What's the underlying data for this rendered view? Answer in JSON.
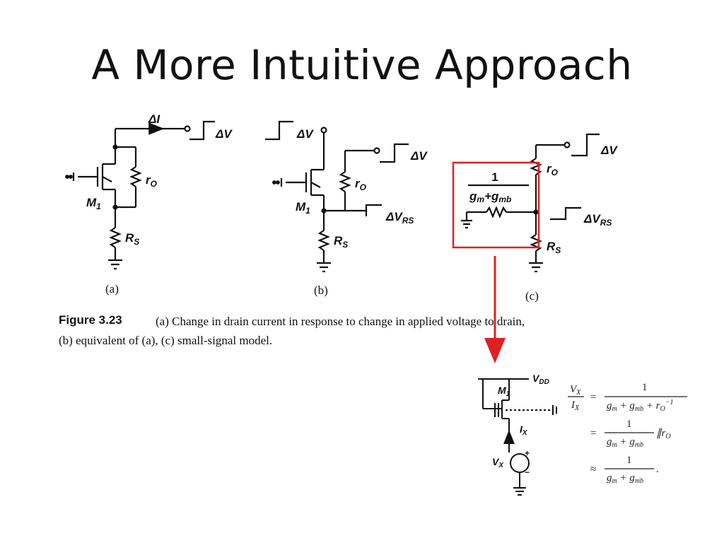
{
  "slide": {
    "title": "A More Intuitive Approach"
  },
  "panels": {
    "a": {
      "caption": "(a)",
      "delta_i": "ΔI",
      "delta_v": "ΔV",
      "transistor": "M",
      "transistor_sub": "1",
      "ro": "r",
      "ro_sub": "O",
      "rs": "R",
      "rs_sub": "S"
    },
    "b": {
      "caption": "(b)",
      "delta_v_top": "ΔV",
      "delta_v_right": "ΔV",
      "delta_vrs": "ΔV",
      "delta_vrs_sub": "RS",
      "transistor": "M",
      "transistor_sub": "1",
      "ro": "r",
      "ro_sub": "O",
      "rs": "R",
      "rs_sub": "S"
    },
    "c": {
      "caption": "(c)",
      "delta_v": "ΔV",
      "delta_vrs": "ΔV",
      "delta_vrs_sub": "RS",
      "ro": "r",
      "ro_sub": "O",
      "rs": "R",
      "rs_sub": "S",
      "frac_num": "1",
      "gm": "g",
      "gm_sub": "m",
      "plus": "+",
      "gmb": "g",
      "gmb_sub": "mb"
    }
  },
  "figure_caption": {
    "label": "Figure 3.23",
    "line1": "(a) Change in drain current in response to change in applied voltage to drain,",
    "line2": "(b) equivalent of (a), (c) small-signal model."
  },
  "lower_circuit": {
    "vdd": "V",
    "vdd_sub": "DD",
    "transistor": "M",
    "transistor_sub": "1",
    "ix": "I",
    "ix_sub": "X",
    "vx": "V",
    "vx_sub": "X",
    "plus": "+",
    "minus": "−"
  },
  "equations": {
    "lhs_num": "V",
    "lhs_num_sub": "X",
    "lhs_den": "I",
    "lhs_den_sub": "X",
    "eq1": "=",
    "one": "1",
    "den1": "g",
    "den1_sub": "m",
    "den1_plus": " + g",
    "den1_sub2": "mb",
    "den1_plus2": " + r",
    "den1_sub3": "O",
    "den1_sup": "−1",
    "eq2": "=",
    "den2": "g",
    "den2_sub": "m",
    "den2_plus": " + g",
    "den2_sub2": "mb",
    "ro_par": "∥r",
    "ro_par_sub": "O",
    "approx": "≈",
    "den3": "g",
    "den3_sub": "m",
    "den3_plus": " + g",
    "den3_sub2": "mb",
    "period": "."
  },
  "colors": {
    "highlight": "#e02020",
    "ink": "#111111"
  }
}
